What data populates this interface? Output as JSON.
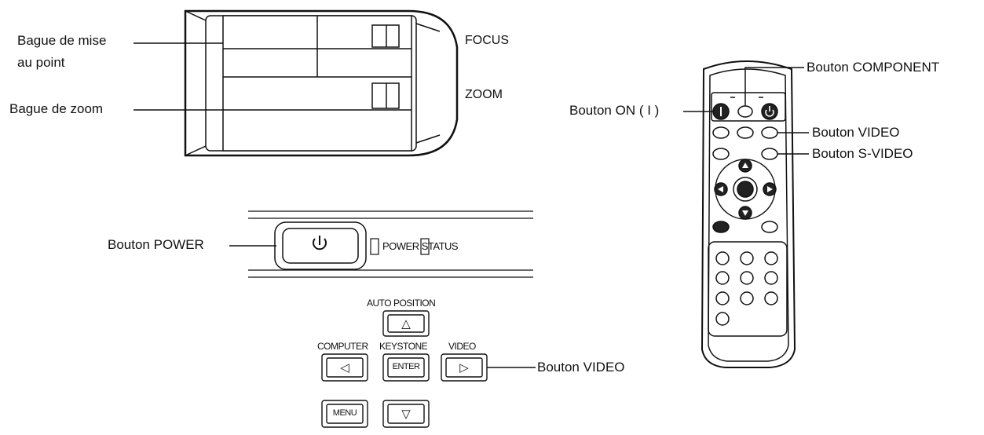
{
  "lens": {
    "focus_ring_label_line1": "Bague de mise",
    "focus_ring_label_line2": "au point",
    "zoom_ring_label": "Bague de zoom",
    "focus_label": "FOCUS",
    "zoom_label": "ZOOM"
  },
  "panel": {
    "power_button_label": "Bouton POWER",
    "power_status_label": "POWER STATUS",
    "auto_position_label": "AUTO POSITION",
    "computer_label": "COMPUTER",
    "keystone_label": "KEYSTONE",
    "video_label": "VIDEO",
    "enter_key": "ENTER",
    "menu_key": "MENU",
    "video_button_label": "Bouton VIDEO",
    "arrow_up": "△",
    "arrow_left": "◁",
    "arrow_right": "▷",
    "arrow_down": "▽",
    "power_symbol": "⏻"
  },
  "remote": {
    "component_label": "Bouton COMPONENT",
    "on_label": "Bouton ON ( I )",
    "video_label": "Bouton VIDEO",
    "svideo_label": "Bouton S-VIDEO"
  }
}
